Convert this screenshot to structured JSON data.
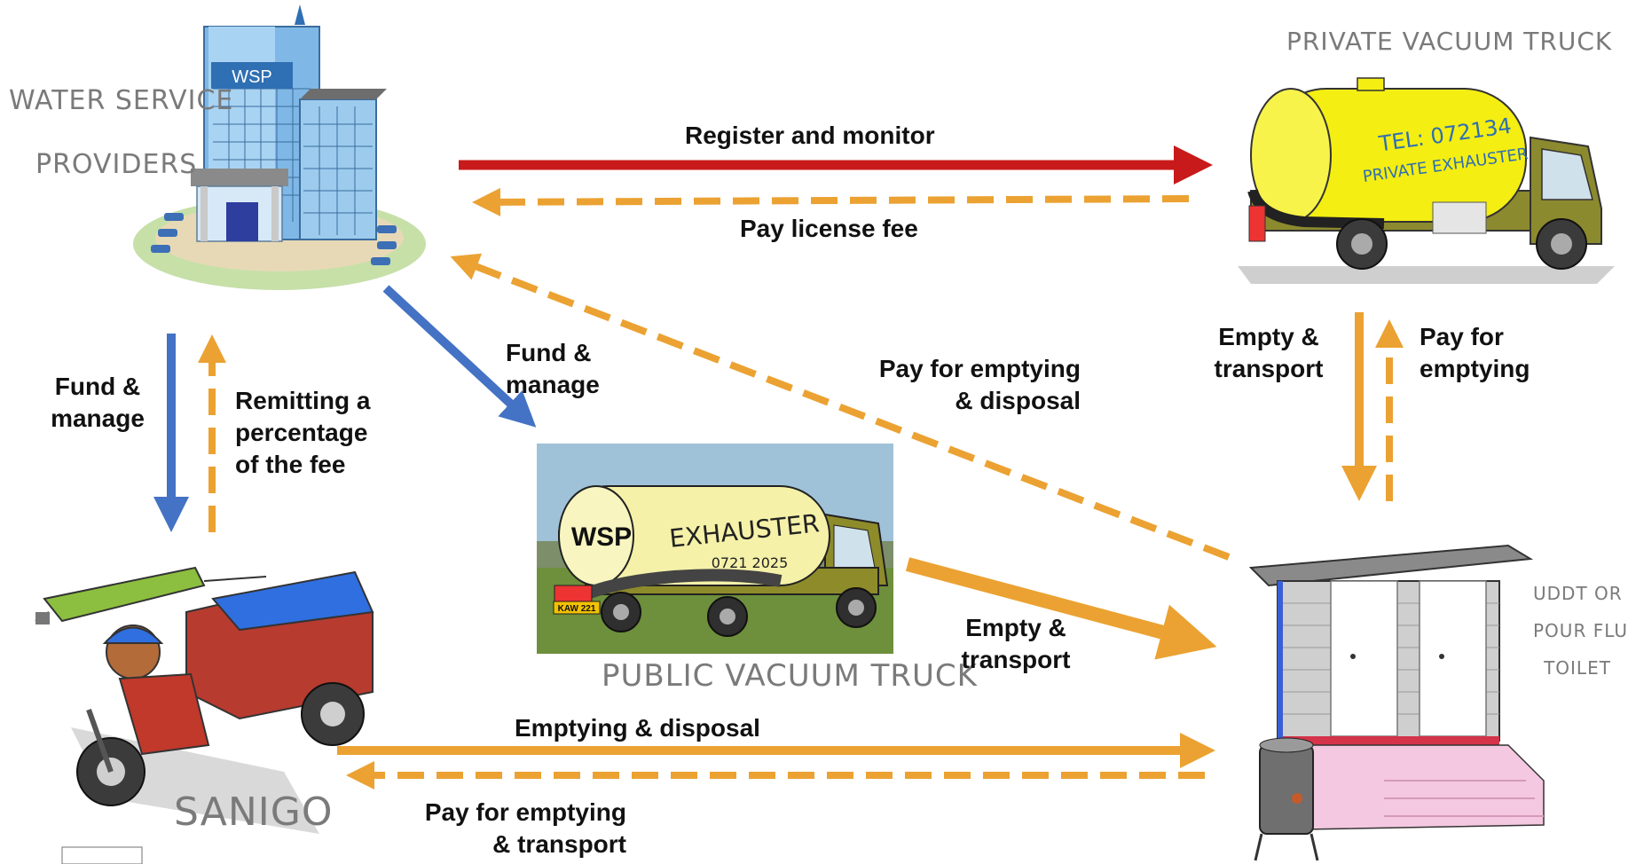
{
  "nodes": {
    "wsp": {
      "label_line1": "Water Service",
      "label_line2": "Providers",
      "sign": "WSP"
    },
    "private_truck": {
      "label": "Private vacuum truck",
      "tank_text_1": "TEL: 072134",
      "tank_text_2": "PRIVATE EXHAUSTER"
    },
    "public_truck": {
      "label": "Public vacuum truck",
      "tank_logo": "WSP",
      "tank_text": "EXHAUSTER",
      "tank_phone": "0721 2025",
      "plate": "KAW 221"
    },
    "sanigo": {
      "label": "SANIGO"
    },
    "toilet": {
      "label_line1": "UDDT or",
      "label_line2": "Pour Flush",
      "label_line3": "toilet"
    }
  },
  "flows": {
    "register": "Register and monitor",
    "license": "Pay license fee",
    "fund_public_1": "Fund &",
    "fund_public_2": "manage",
    "pay_disposal_1": "Pay for emptying",
    "pay_disposal_2": "& disposal",
    "empty_private_1": "Empty &",
    "empty_private_2": "transport",
    "pay_private_1": "Pay for",
    "pay_private_2": "emptying",
    "fund_sanigo_1": "Fund &",
    "fund_sanigo_2": "manage",
    "remit_1": "Remitting a",
    "remit_2": "percentage",
    "remit_3": "of the fee",
    "empty_public_1": "Empty &",
    "empty_public_2": "transport",
    "emptying_disposal": "Emptying & disposal",
    "pay_sanigo_1": "Pay for emptying",
    "pay_sanigo_2": "& transport"
  },
  "colors": {
    "red": "#c81a1a",
    "orange": "#eba232",
    "blue": "#4472c4"
  }
}
